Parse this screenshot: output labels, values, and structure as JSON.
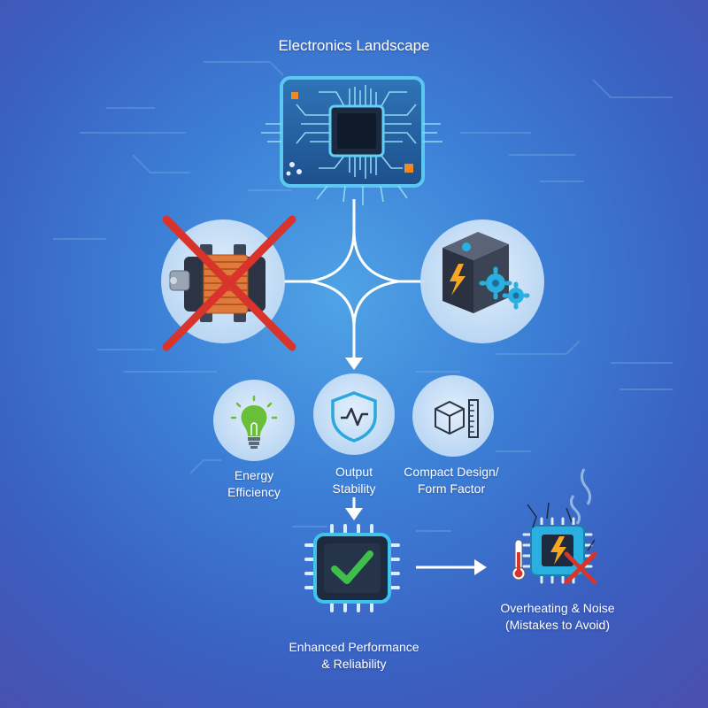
{
  "title": "Electronics Landscape",
  "benefits": [
    {
      "line1": "Energy",
      "line2": "Efficiency",
      "icon": "lightbulb-icon"
    },
    {
      "line1": "Output",
      "line2": "Stability",
      "icon": "shield-icon"
    },
    {
      "line1": "Compact Design/",
      "line2": "Form Factor",
      "icon": "cube-ruler-icon"
    }
  ],
  "result": {
    "line1": "Enhanced Performance",
    "line2": "& Reliability",
    "icon": "check-chip-icon"
  },
  "warning": {
    "line1": "Overheating & Noise",
    "line2": "(Mistakes to Avoid)",
    "icon": "overheating-chip-icon"
  },
  "options": [
    {
      "icon": "transformer-icon",
      "status": "rejected"
    },
    {
      "icon": "power-module-icon",
      "status": "selected"
    }
  ],
  "colors": {
    "accent": "#2ab0e0",
    "reject": "#d9342b",
    "check": "#3fbf4a",
    "chip": "#1e2a3e",
    "orange": "#f08a24"
  }
}
